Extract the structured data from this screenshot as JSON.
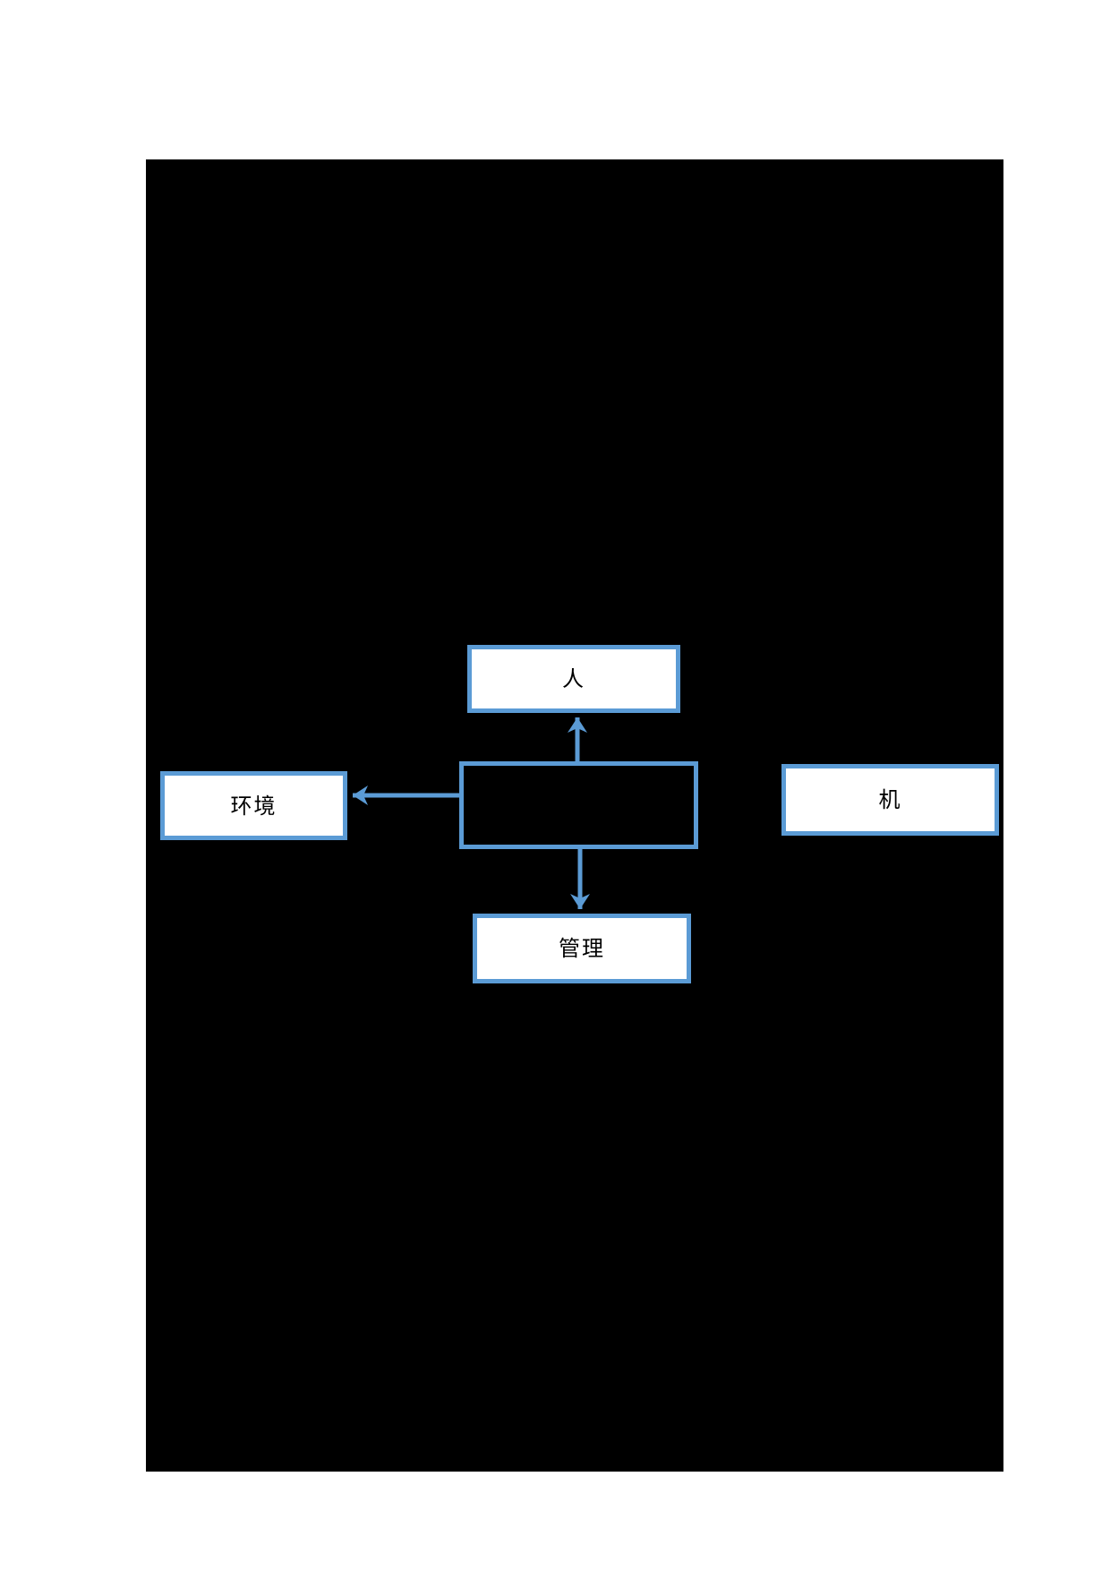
{
  "document": {
    "canvas_background": "#ffffff",
    "page_background": "#000000"
  },
  "diagram": {
    "accent_color": "#5b9bd5",
    "node_fill": "#ffffff",
    "center_node_fill": "#000000",
    "text_color": "#000000",
    "nodes": {
      "person": {
        "label": "人"
      },
      "environment": {
        "label": "环境"
      },
      "machine": {
        "label": "机"
      },
      "management": {
        "label": "管理"
      },
      "center": {
        "label": ""
      }
    },
    "connectors": [
      {
        "from": "center",
        "to": "person",
        "direction": "up"
      },
      {
        "from": "center",
        "to": "environment",
        "direction": "left"
      },
      {
        "from": "center",
        "to": "management",
        "direction": "down"
      }
    ]
  }
}
